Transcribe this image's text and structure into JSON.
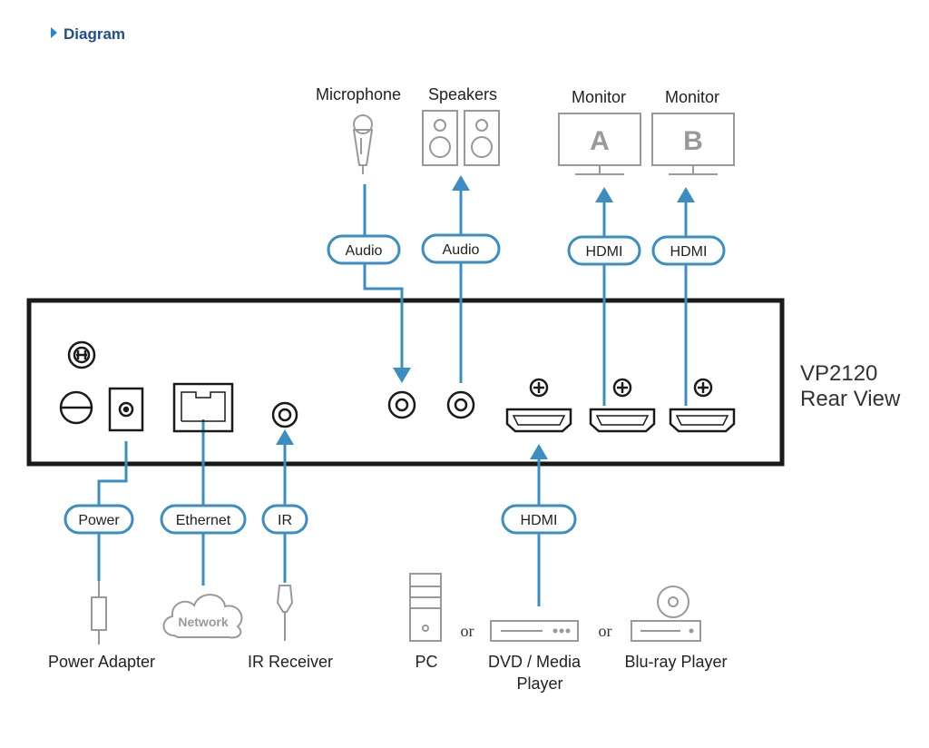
{
  "header": {
    "title": "Diagram"
  },
  "device": {
    "model": "VP2120",
    "view": "Rear View"
  },
  "top_devices": {
    "microphone": "Microphone",
    "speakers": "Speakers",
    "monitor_a": {
      "label": "Monitor",
      "letter": "A"
    },
    "monitor_b": {
      "label": "Monitor",
      "letter": "B"
    }
  },
  "top_cables": {
    "mic_audio": "Audio",
    "spk_audio": "Audio",
    "hdmi_a": "HDMI",
    "hdmi_b": "HDMI"
  },
  "bottom_cables": {
    "power": "Power",
    "ethernet": "Ethernet",
    "ir": "IR",
    "hdmi_in": "HDMI"
  },
  "bottom_devices": {
    "power_adapter": "Power Adapter",
    "network": "Network",
    "ir_receiver": "IR Receiver",
    "pc": "PC",
    "or1": "or",
    "dvd_line1": "DVD / Media",
    "dvd_line2": "Player",
    "or2": "or",
    "bluray": "Blu-ray Player"
  },
  "colors": {
    "cable": "#3b8ec2",
    "pill_border": "#3b8ec2",
    "header": "#1f4e8c",
    "device_outline": "#999999",
    "box": "#1a1a1a"
  }
}
